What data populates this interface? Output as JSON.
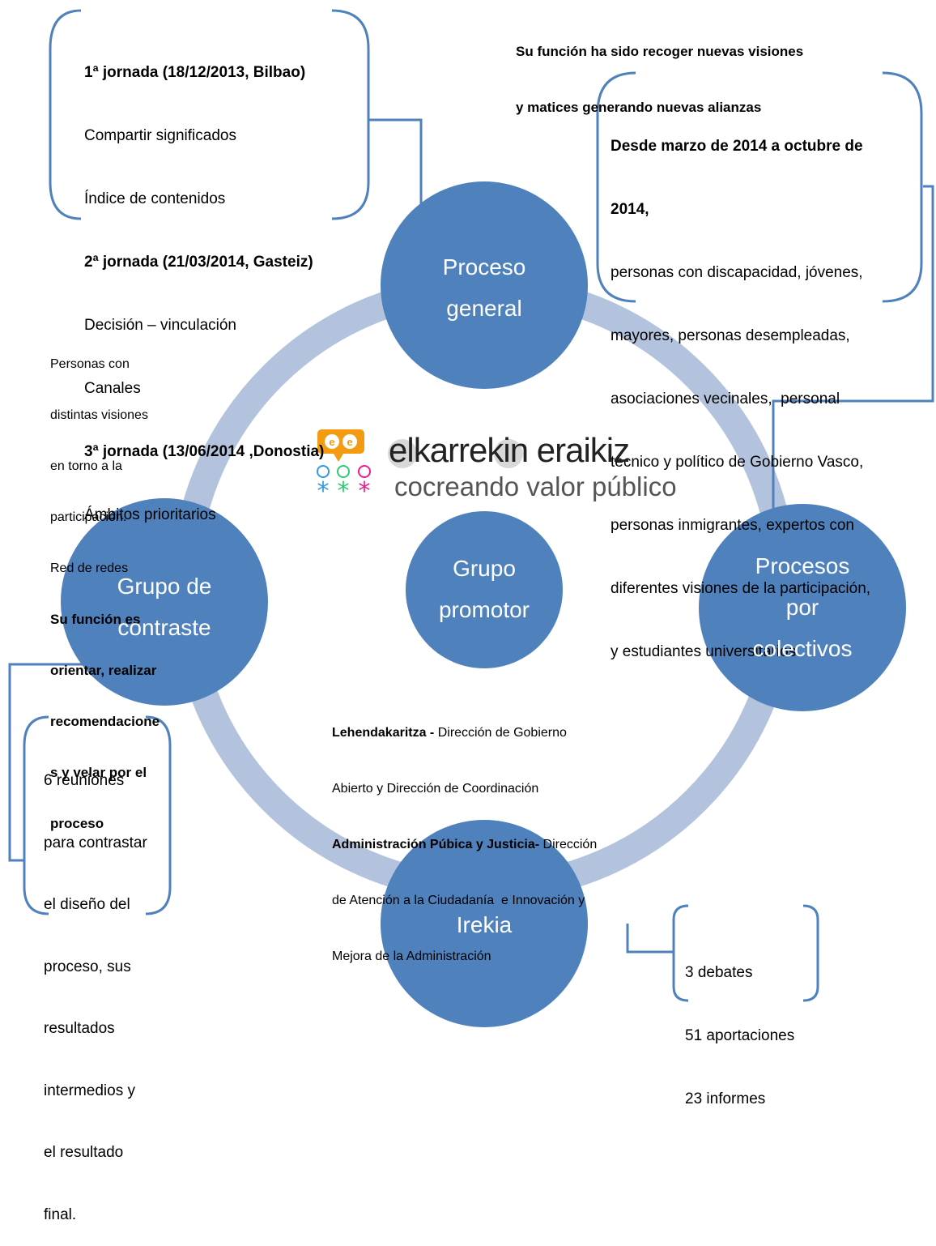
{
  "top_right": {
    "function_line1": "Su función ha sido recoger nuevas visiones",
    "function_line2": "y matices generando nuevas alianzas"
  },
  "jornadas": {
    "j1_title": "1ª jornada (18/12/2013, Bilbao)",
    "j1_l1": "Compartir significados",
    "j1_l2": "Índice de contenidos",
    "j2_title": "2ª jornada (21/03/2014, Gasteiz)",
    "j2_l1": "Decisión – vinculación",
    "j2_l2": "Canales",
    "j3_title": "3ª jornada (13/06/2014 ,Donostia)",
    "j3_l1": "Ámbitos prioritarios"
  },
  "colectivos": {
    "title1": "Desde marzo de 2014 a octubre de",
    "title2": "2014,",
    "lines": [
      "personas con discapacidad, jóvenes,",
      "mayores, personas desempleadas,",
      "asociaciones vecinales,  personal",
      "técnico y político de Gobierno Vasco,",
      "personas inmigrantes, expertos con",
      "diferentes visiones de la participación,",
      "y estudiantes universitarios"
    ]
  },
  "contraste_desc": {
    "lines": [
      "Personas con",
      "distintas visiones",
      "en torno a la",
      "participación.",
      "Red de redes"
    ],
    "bold_lines": [
      "Su función es",
      "orientar, realizar",
      "recomendacione",
      "s y velar por el",
      "proceso"
    ]
  },
  "logo": {
    "name": "elkarrekin eraikiz",
    "tagline": "cocreando valor público",
    "icon": "elkarrekin-logo-icon"
  },
  "circles": {
    "proceso_general": [
      "Proceso",
      "general"
    ],
    "grupo_promotor": [
      "Grupo",
      "promotor"
    ],
    "grupo_contraste": [
      "Grupo de",
      "contraste"
    ],
    "procesos_colectivos": [
      "Procesos",
      "por",
      "colectivos"
    ],
    "irekia": [
      "Irekia"
    ]
  },
  "promotor_desc": {
    "b1": "Lehendakaritza -",
    "t1": " Dirección de Gobierno",
    "l2": "Abierto y Dirección de Coordinación",
    "b3": "Administración Púbica y Justicia-",
    "t3": " Dirección",
    "l4": "de Atención a la Ciudadanía  e Innovación y",
    "l5": "Mejora de la Administración"
  },
  "reuniones": {
    "lines": [
      "6 reuniones",
      "para contrastar",
      "el diseño del",
      "proceso, sus",
      "resultados",
      "intermedios y",
      "el resultado",
      "final."
    ]
  },
  "irekia_stats": {
    "lines": [
      "3 debates",
      "51 aportaciones",
      "23 informes"
    ]
  },
  "colors": {
    "circle": "#4f81bd",
    "ring": "#b4c3dd",
    "connector": "#4f81bd",
    "logo_orange": "#f39c12",
    "logo_green": "#2ecc71",
    "logo_blue": "#3498db",
    "logo_pink": "#e91e8c"
  }
}
